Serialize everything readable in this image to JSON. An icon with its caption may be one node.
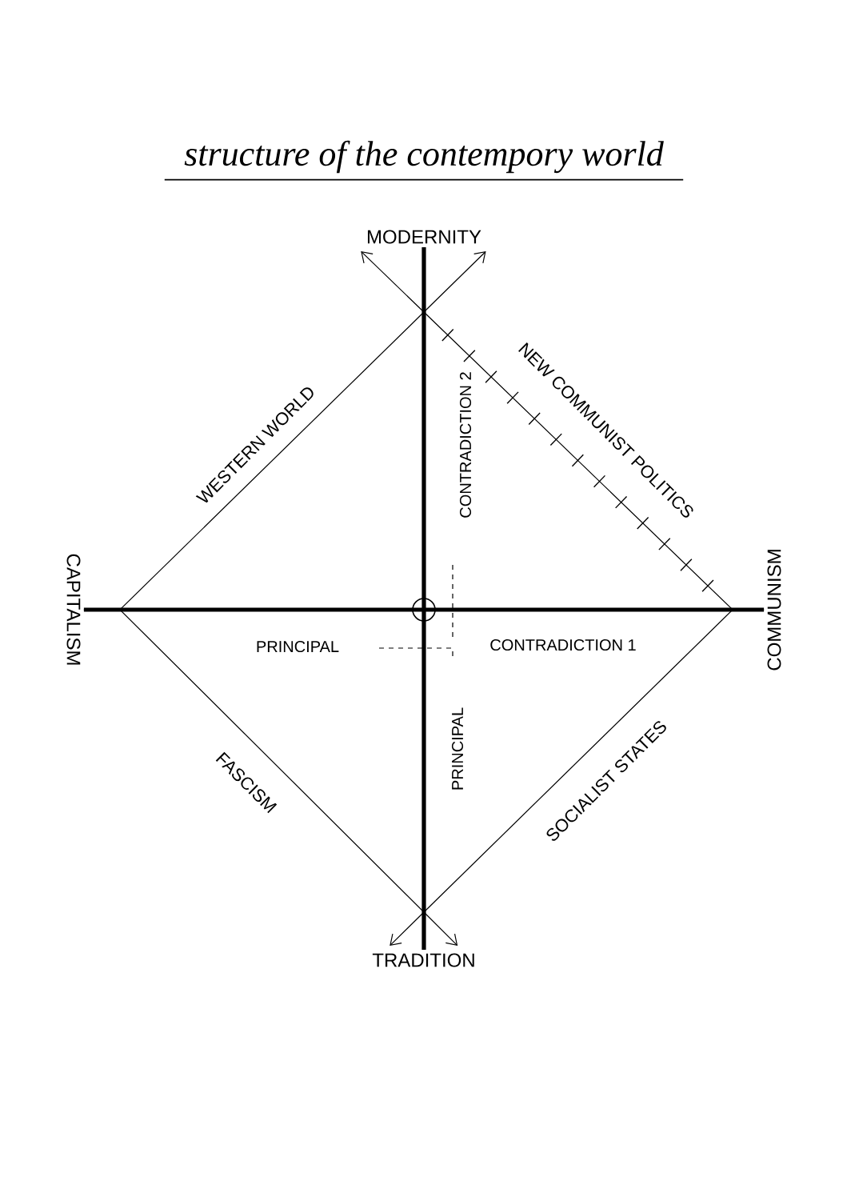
{
  "diagram": {
    "title": "structure of the contempory world",
    "nodes": [
      {
        "text": [
          "MODERNITY"
        ]
      },
      {
        "text": [
          "CAPITALISM"
        ]
      },
      {
        "text": [
          "COMMUNISM"
        ]
      },
      {
        "text": [
          "TRADITION"
        ]
      }
    ],
    "edges": [
      {
        "from": 1,
        "to": 0,
        "arrow": "to",
        "label": "WESTERN WORLD"
      },
      {
        "from": 2,
        "to": 0,
        "arrow": "to",
        "label": "NEW COMMUNIST POLITICS"
      },
      {
        "from": 1,
        "to": 3,
        "arrow": "to",
        "label": "FASCISM"
      },
      {
        "from": 2,
        "to": 3,
        "arrow": "to",
        "label": "SOCIALIST STATES"
      },
      {
        "from": 0,
        "to": 3,
        "arrow": "none",
        "style": "thick"
      },
      {
        "from": 1,
        "to": 2,
        "arrow": "none",
        "style": "thick"
      }
    ],
    "labels": [
      "CONTRADICTION 2",
      "PRINCIPAL",
      "CONTRADICTION 1",
      "PRINCIPAL"
    ]
  }
}
